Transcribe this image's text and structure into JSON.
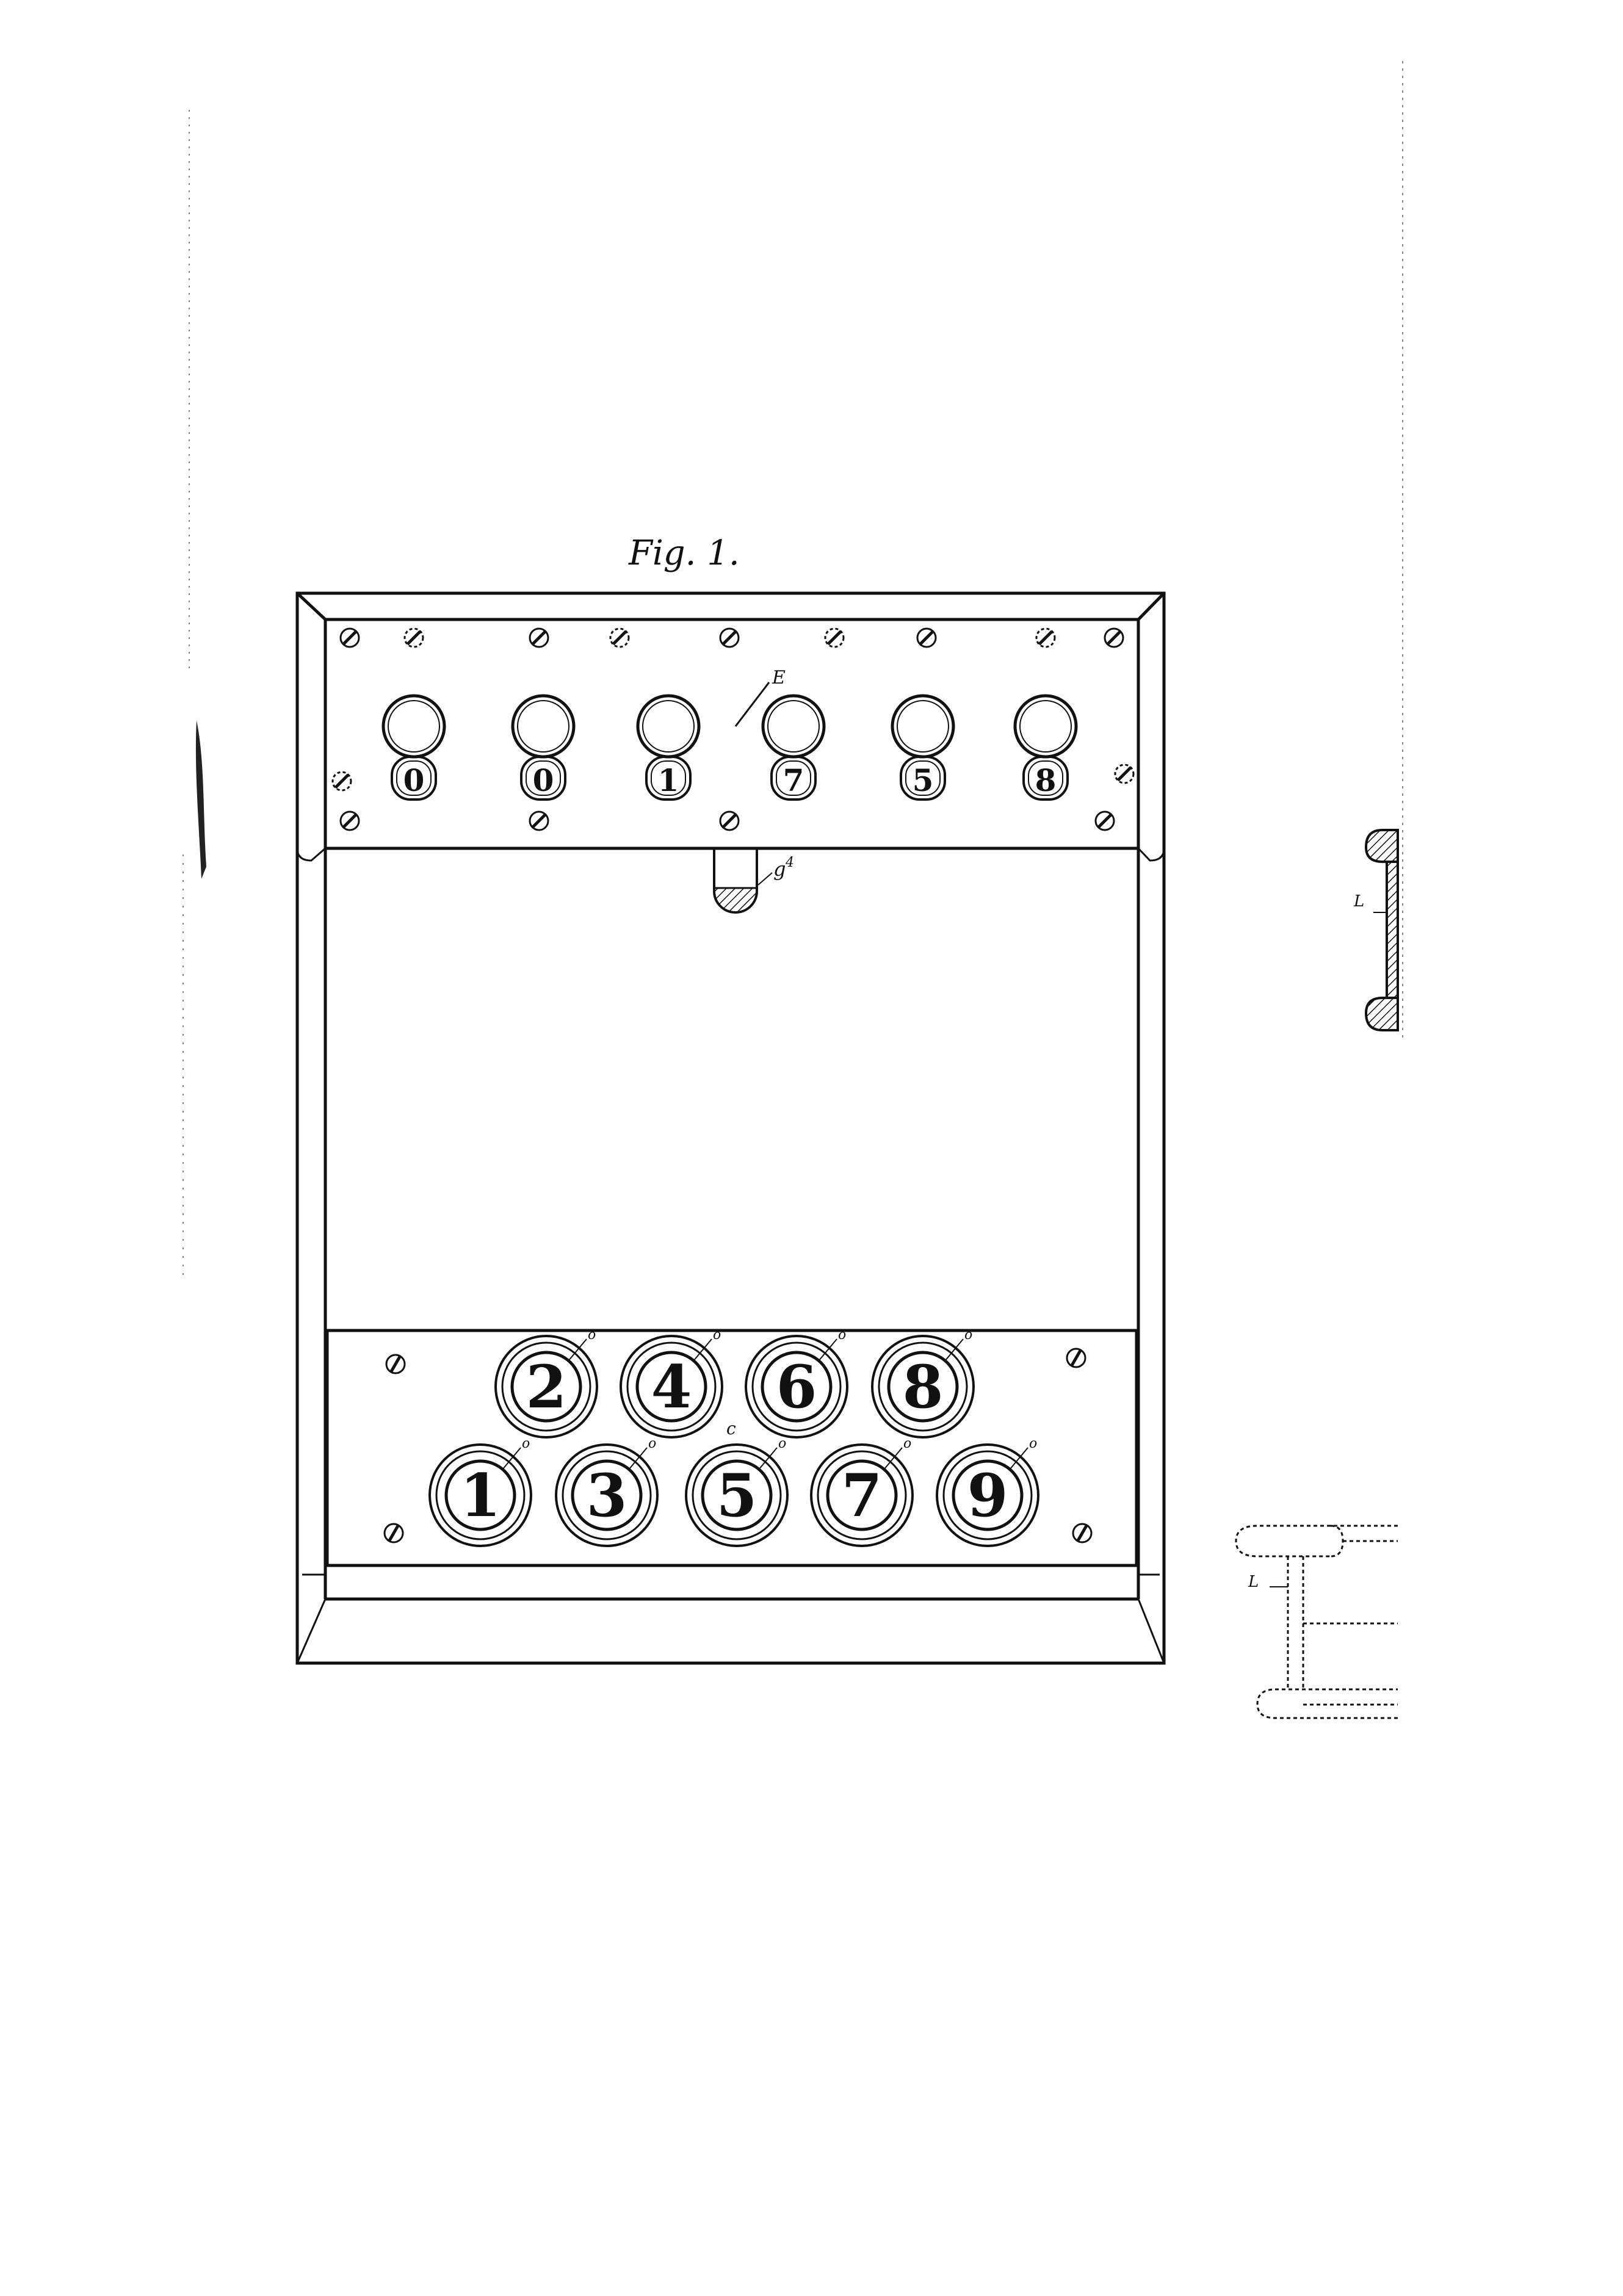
{
  "figure": {
    "title": "Fig. 1.",
    "label_indicator_plate": "E",
    "label_keyboard_plate": "c",
    "label_slot": "g",
    "label_slot_sup": "4",
    "label_side_section": "L",
    "label_side_section_lower": "L"
  },
  "counter": {
    "digits": [
      "0",
      "0",
      "1",
      "7",
      "5",
      "8"
    ]
  },
  "keyboard": {
    "top_row": [
      "2",
      "4",
      "6",
      "8"
    ],
    "bottom_row": [
      "1",
      "3",
      "5",
      "7",
      "9"
    ],
    "key_mark": "o"
  },
  "colors": {
    "ink": "#111111",
    "paper": "#ffffff"
  }
}
